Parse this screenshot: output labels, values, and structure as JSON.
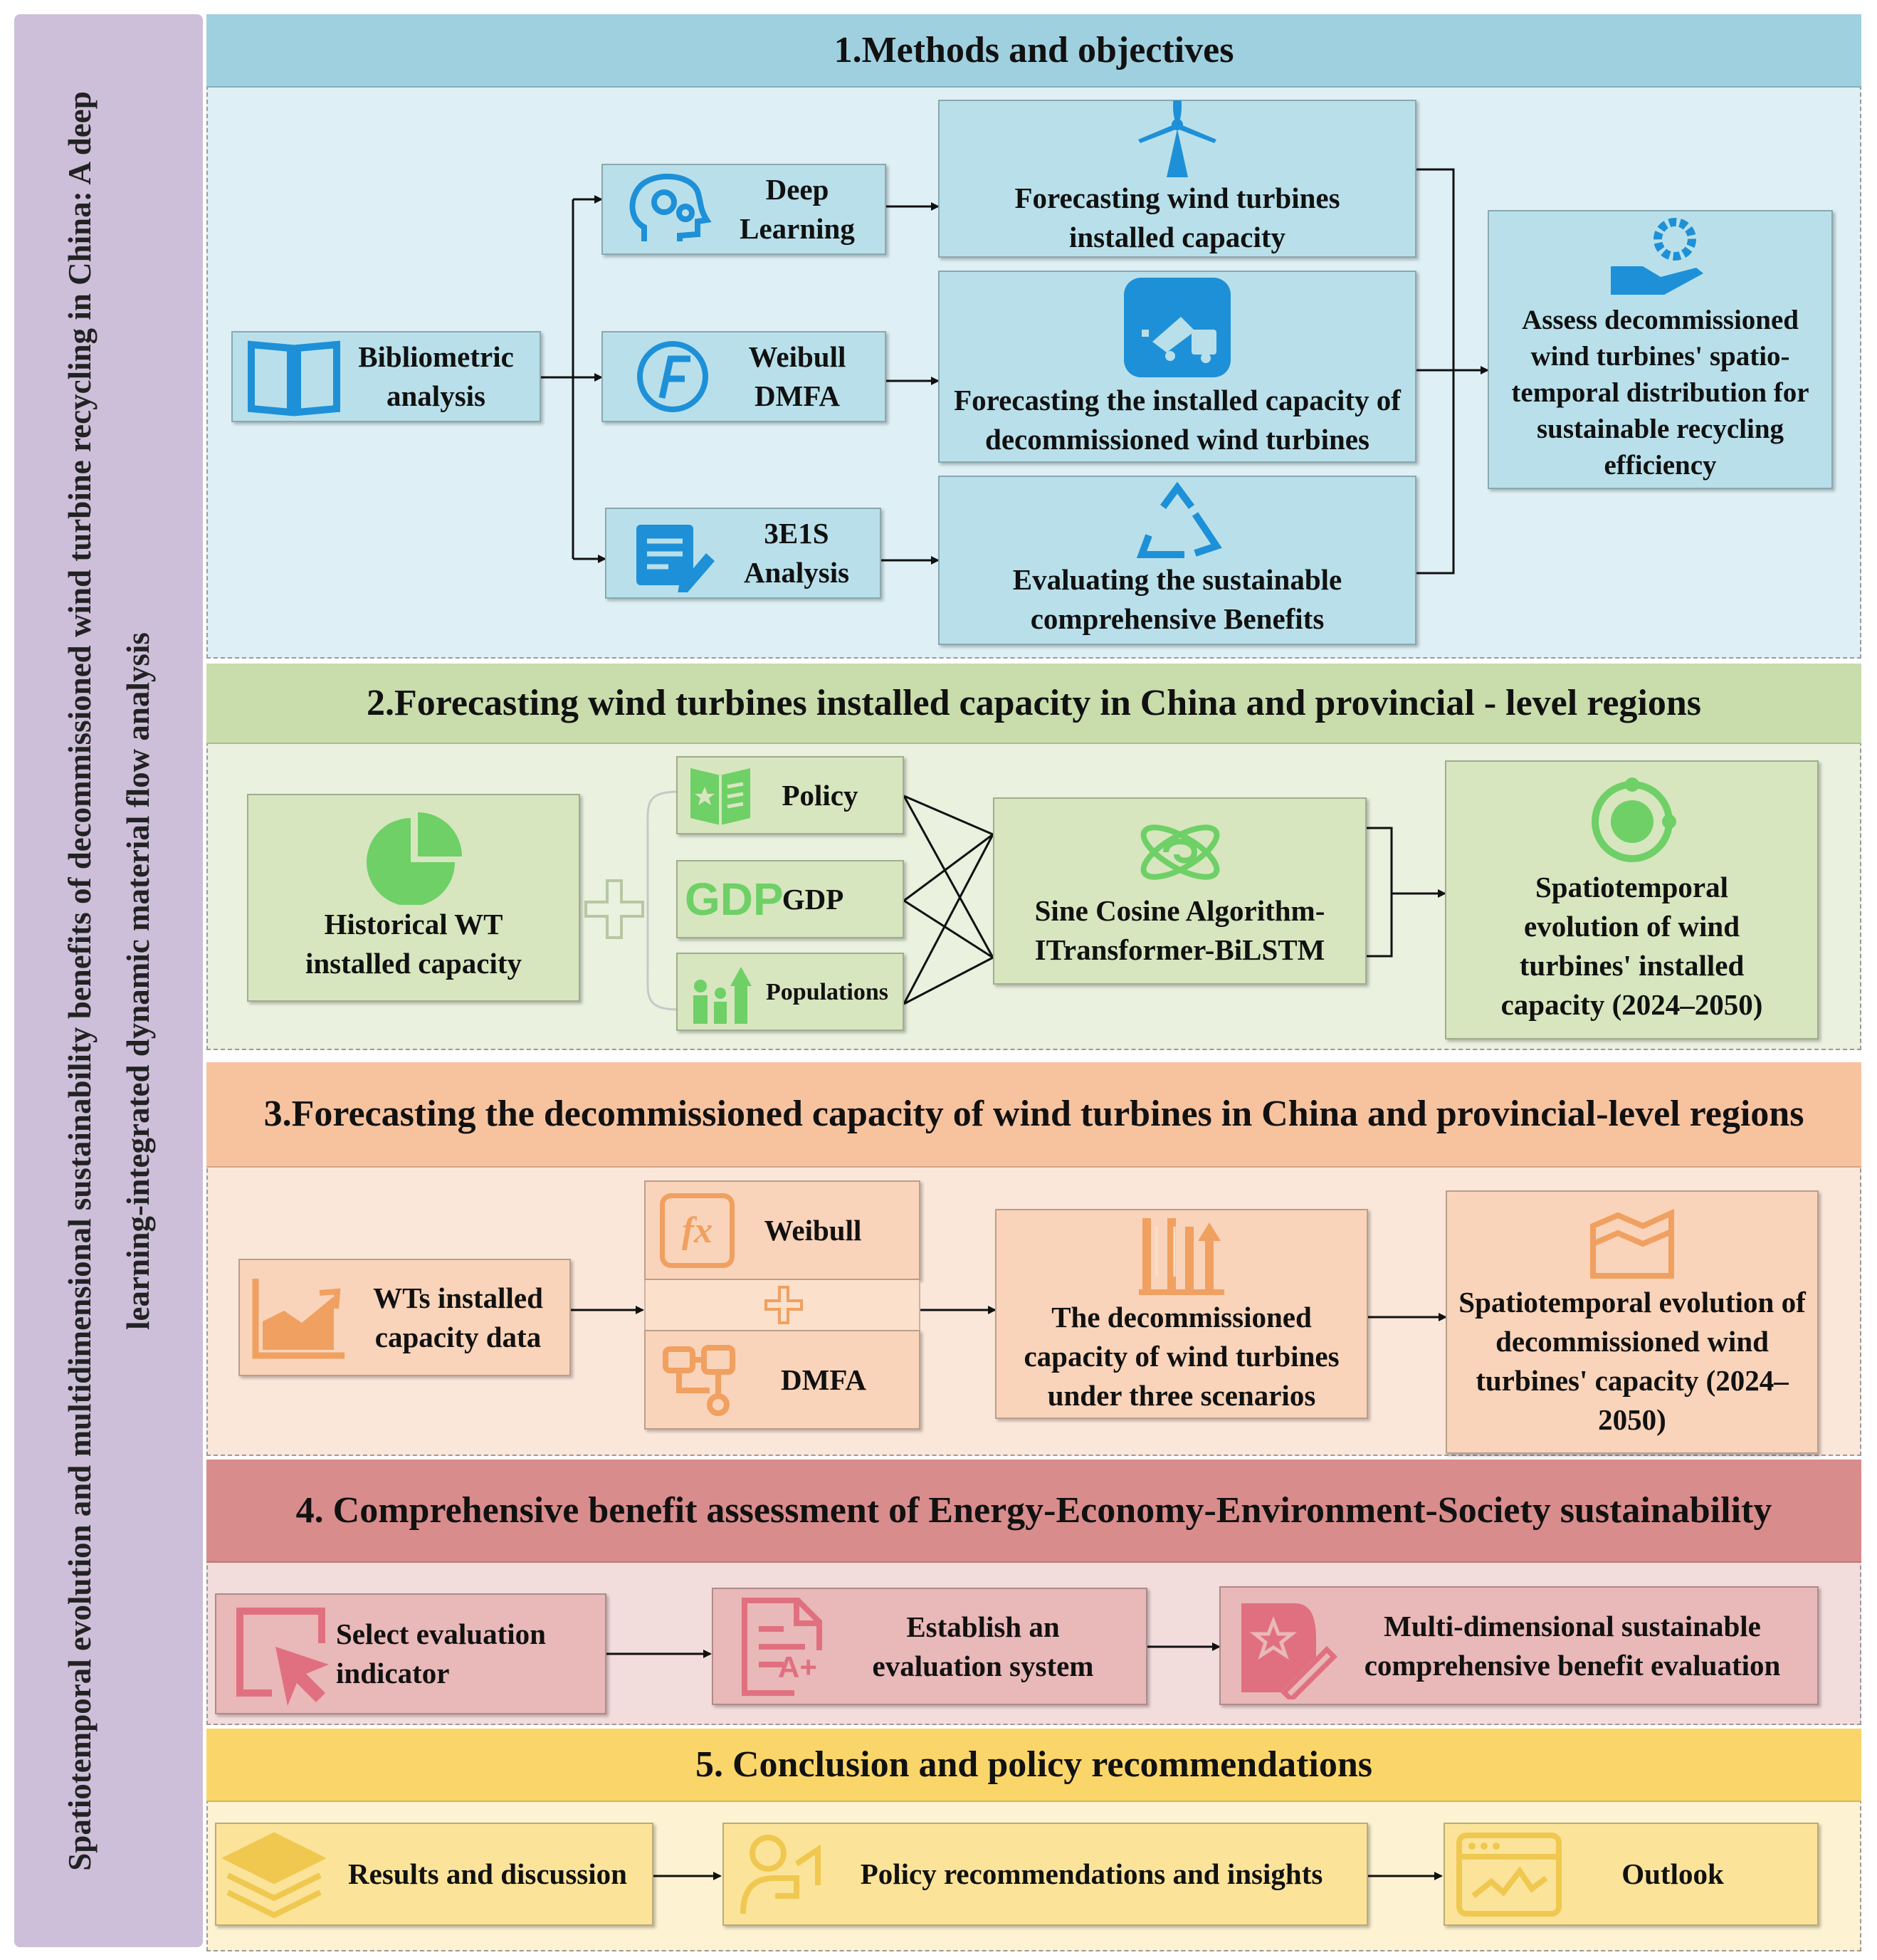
{
  "title": "Spatiotemporal evolution and multidimensional sustainability benefits of decommissioned wind turbine recycling in China: A deep learning-integrated dynamic material flow analysis",
  "colors": {
    "sidebar": "#cdbfd9",
    "s1_bg": "#def0f5",
    "s1_hdr": "#9fd0df",
    "s1_box": "#b9e0ea",
    "s2_bg": "#eaf1df",
    "s2_hdr": "#c9dcac",
    "s2_box": "#d7e6bf",
    "s3_bg": "#fbe7da",
    "s3_hdr": "#f7c39f",
    "s3_box": "#f9d4ba",
    "s4_bg": "#f3dcdc",
    "s4_hdr": "#d98c8c",
    "s4_box": "#e9b8b8",
    "s5_bg": "#fdf3d2",
    "s5_hdr": "#fad66a",
    "s5_box": "#fbe49a"
  },
  "sections": {
    "s1": {
      "header": "1.Methods and objectives",
      "bibliometric": "Bibliometric analysis",
      "deep_learning": "Deep Learning",
      "weibull_dmfa": "Weibull DMFA",
      "analysis_3e1s": "3E1S Analysis",
      "forecast_installed": "Forecasting wind turbines installed capacity",
      "forecast_decom": "Forecasting the installed capacity of decommissioned wind turbines",
      "evaluate_benefits": "Evaluating the sustainable comprehensive Benefits",
      "assess": "Assess decommissioned wind turbines' spatio-temporal distribution for sustainable recycling efficiency"
    },
    "s2": {
      "header": "2.Forecasting wind turbines installed capacity in China and provincial - level regions",
      "historical": "Historical WT installed capacity",
      "policy": "Policy",
      "gdp": "GDP",
      "gdp_icon_text": "GDP",
      "populations": "Populations",
      "model": "Sine Cosine Algorithm-ITransformer-BiLSTM",
      "spatiotemporal": "Spatiotemporal evolution of wind turbines' installed capacity (2024–2050)"
    },
    "s3": {
      "header": "3.Forecasting the decommissioned capacity of wind turbines in China and provincial-level regions",
      "wts_data": "WTs installed capacity data",
      "weibull": "Weibull",
      "fx_icon_text": "fx",
      "dmfa": "DMFA",
      "decom_capacity": "The decommissioned capacity of wind turbines under three scenarios",
      "spatiotemporal_decom": "Spatiotemporal evolution of decommissioned wind turbines' capacity (2024–2050)"
    },
    "s4": {
      "header": "4. Comprehensive benefit assessment of Energy-Economy-Environment-Society sustainability",
      "select": "Select evaluation indicator",
      "establish": "Establish an evaluation system",
      "multi": "Multi-dimensional sustainable comprehensive benefit evaluation",
      "grade_icon_text": "A+"
    },
    "s5": {
      "header": "5. Conclusion and policy recommendations",
      "results": "Results and discussion",
      "policy": "Policy recommendations and insights",
      "outlook": "Outlook"
    }
  }
}
